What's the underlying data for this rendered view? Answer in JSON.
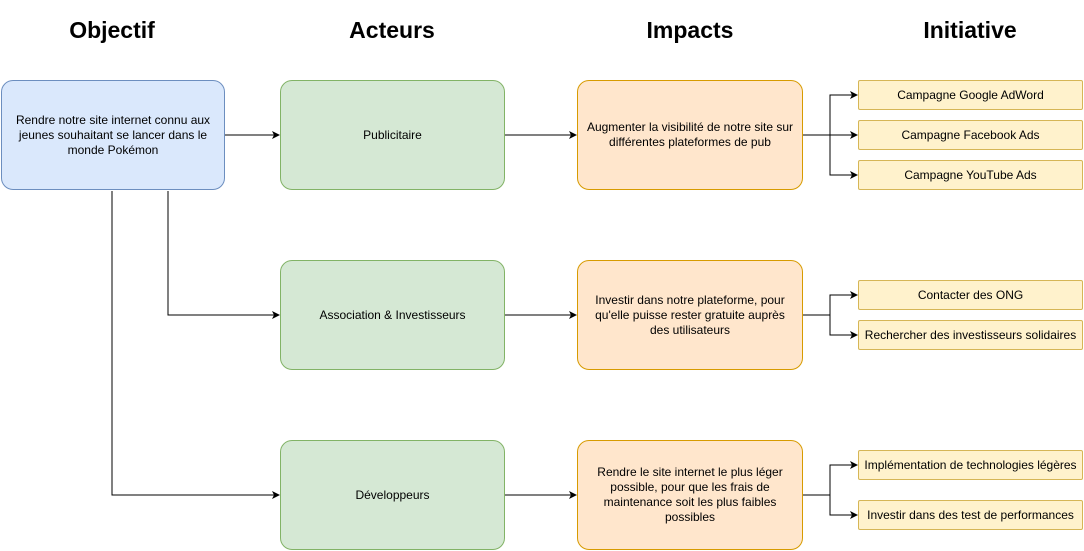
{
  "headings": {
    "objectif": "Objectif",
    "acteurs": "Acteurs",
    "impacts": "Impacts",
    "initiative": "Initiative"
  },
  "objectif": {
    "text": "Rendre notre site internet connu aux jeunes souhaitant se lancer dans le monde Pokémon"
  },
  "acteurs": [
    {
      "text": "Publicitaire"
    },
    {
      "text": "Association & Investisseurs"
    },
    {
      "text": "Développeurs"
    }
  ],
  "impacts": [
    {
      "text": "Augmenter la visibilité de notre site sur différentes plateformes de pub"
    },
    {
      "text": "Investir dans notre plateforme, pour qu'elle puisse rester gratuite auprès des utilisateurs"
    },
    {
      "text": "Rendre le site internet le plus léger possible, pour que les frais de maintenance soit les plus faibles possibles"
    }
  ],
  "initiatives": [
    {
      "text": "Campagne Google AdWord"
    },
    {
      "text": "Campagne Facebook Ads"
    },
    {
      "text": "Campagne YouTube Ads"
    },
    {
      "text": "Contacter des ONG"
    },
    {
      "text": "Rechercher des investisseurs solidaires"
    },
    {
      "text": "Implémentation de technologies légères"
    },
    {
      "text": "Investir dans des test de performances"
    }
  ],
  "colors": {
    "objectif_fill": "#dae8fc",
    "objectif_stroke": "#6c8ebf",
    "acteur_fill": "#d5e8d4",
    "acteur_stroke": "#82b366",
    "impact_fill": "#ffe6cc",
    "impact_stroke": "#d79b00",
    "initiative_fill": "#fff2cc",
    "initiative_stroke": "#d6b656",
    "edge": "#000000"
  }
}
